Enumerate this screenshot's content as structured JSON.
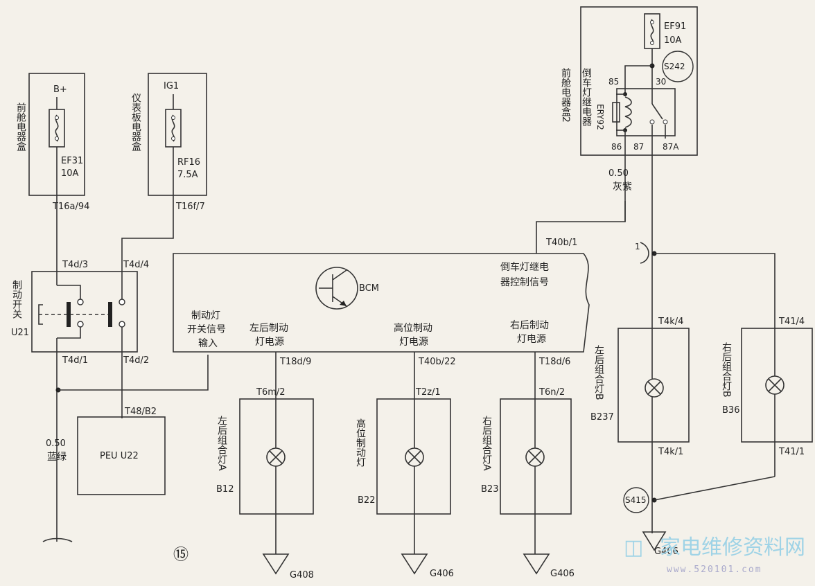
{
  "boxes": {
    "front_box1": "前舱电器盒",
    "ip_box": "仪表板电器盒",
    "front_box2": "前舱电器盒2",
    "reverse_relay": "倒车灯继电器",
    "brake_switch": "制动开关",
    "brake_switch_id": "U21",
    "peu": "PEU U22",
    "bcm": "BCM",
    "lamp_b12": "左后组合灯A",
    "lamp_b12_id": "B12",
    "lamp_b22": "高位制动灯",
    "lamp_b22_id": "B22",
    "lamp_b23": "右后组合灯A",
    "lamp_b23_id": "B23",
    "lamp_b237": "左后组合灯B",
    "lamp_b237_id": "B237",
    "lamp_b36": "右后组合灯B",
    "lamp_b36_id": "B36"
  },
  "supplies": {
    "bplus": "B+",
    "ig1": "IG1",
    "ef31": "EF31",
    "ef31_rating": "10A",
    "rf16": "RF16",
    "rf16_rating": "7.5A",
    "ef91": "EF91",
    "ef91_rating": "10A",
    "s242": "S242",
    "ery92": "ERY92",
    "pin30": "30",
    "pin85": "85",
    "pin86": "86",
    "pin87": "87",
    "pin87a": "87A"
  },
  "connectors": {
    "t16a_94": "T16a/94",
    "t16f_7": "T16f/7",
    "t4d_3": "T4d/3",
    "t4d_4": "T4d/4",
    "t4d_1": "T4d/1",
    "t4d_2": "T4d/2",
    "t48_b2": "T48/B2",
    "t40b_1": "T40b/1",
    "t18d_9": "T18d/9",
    "t40b_22": "T40b/22",
    "t18d_6": "T18d/6",
    "t6m_2": "T6m/2",
    "t2z_1": "T2z/1",
    "t6n_2": "T6n/2",
    "t4k_4": "T4k/4",
    "t41_4": "T41/4",
    "t4k_1": "T4k/1",
    "t41_1": "T41/1",
    "s415": "S415"
  },
  "wires": {
    "bluegreen_size": "0.50",
    "bluegreen_color": "蓝绿",
    "graypurple_size": "0.50",
    "graypurple_color": "灰紫",
    "splice1": "1"
  },
  "bcm_labels": {
    "reverse_signal_1": "倒车灯继电",
    "reverse_signal_2": "器控制信号",
    "brake_input_1": "制动灯",
    "brake_input_2": "开关信号",
    "brake_input_3": "输入",
    "left_power_1": "左后制动",
    "left_power_2": "灯电源",
    "high_power_1": "高位制动",
    "high_power_2": "灯电源",
    "right_power_1": "右后制动",
    "right_power_2": "灯电源"
  },
  "grounds": {
    "g408": "G408",
    "g406_a": "G406",
    "g406_b": "G406",
    "g406_c": "G406"
  },
  "page_number": "⑮",
  "watermark": {
    "text": "家电维修资料网",
    "url": "www.520101.com"
  }
}
